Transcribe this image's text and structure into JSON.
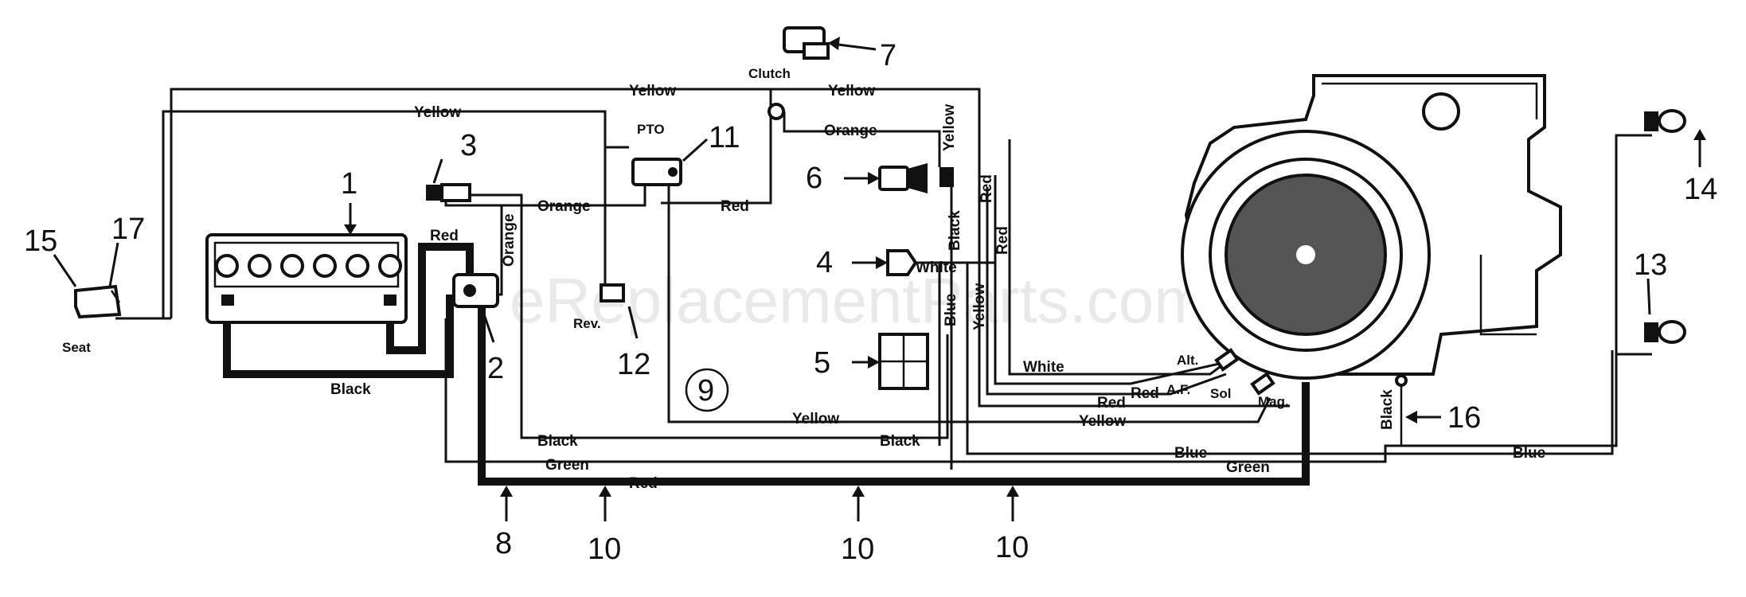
{
  "watermark": "eReplacementParts.com",
  "callouts": {
    "c1": "1",
    "c2": "2",
    "c3": "3",
    "c4": "4",
    "c5": "5",
    "c6": "6",
    "c7": "7",
    "c8": "8",
    "c9": "9",
    "c10a": "10",
    "c10b": "10",
    "c10c": "10",
    "c11": "11",
    "c12": "12",
    "c13": "13",
    "c14": "14",
    "c15": "15",
    "c16": "16",
    "c17": "17"
  },
  "component_labels": {
    "clutch": "Clutch",
    "pto": "PTO",
    "seat": "Seat",
    "rev": "Rev.",
    "alt": "Alt.",
    "af": "A.F.",
    "sol": "Sol",
    "mag": "Mag."
  },
  "wire_labels": {
    "yellow_top": "Yellow",
    "yellow_top2": "Yellow",
    "yellow_left": "Yellow",
    "orange_top": "Orange",
    "yellow_vert": "Yellow",
    "red_pto": "Red",
    "orange_mid": "Orange",
    "orange_vert": "Orange",
    "red_batt": "Red",
    "black_vert": "Black",
    "red_vert1": "Red",
    "red_vert2": "Red",
    "white_ign": "White",
    "blue_vert": "Blue",
    "yellow_vert2": "Yellow",
    "black_batt": "Black",
    "white_alt": "White",
    "red_af": "Red",
    "red_sol": "Red",
    "yellow_mid": "Yellow",
    "yellow_mag": "Yellow",
    "black_low": "Black",
    "black_low2": "Black",
    "green_left": "Green",
    "red_harness": "Red",
    "blue_right": "Blue",
    "blue_far": "Blue",
    "green_right": "Green",
    "black_16": "Black"
  }
}
